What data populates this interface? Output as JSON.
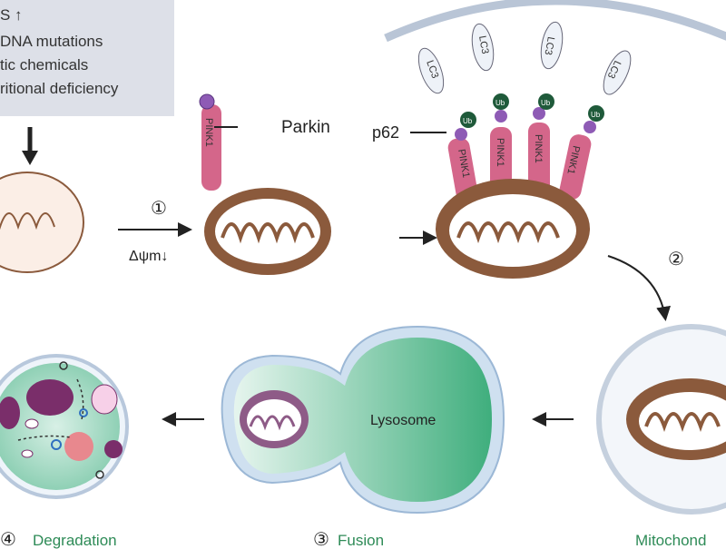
{
  "causes": [
    "S ↑",
    "DNA mutations",
    "tic chemicals",
    "ritional deficiency"
  ],
  "labels": {
    "parkin": "Parkin",
    "pink1": "PINK1",
    "p62": "p62",
    "lc3": "LC3",
    "ub": "Ub",
    "step1": "①",
    "delta_psi": "Δψm↓",
    "step2": "②",
    "lysosome": "Lysosome"
  },
  "captions": {
    "degradation_num": "④",
    "degradation": "Degradation",
    "fusion_num": "③",
    "fusion": "Fusion",
    "mitochondrion": "Mitochond"
  },
  "colors": {
    "box": "#dde0e8",
    "mito": "#8b5a3c",
    "pink1": "#d4668a",
    "parkin": "#8e5bb5",
    "lysosome": "#3fae7d",
    "caption": "#2e8b57"
  }
}
